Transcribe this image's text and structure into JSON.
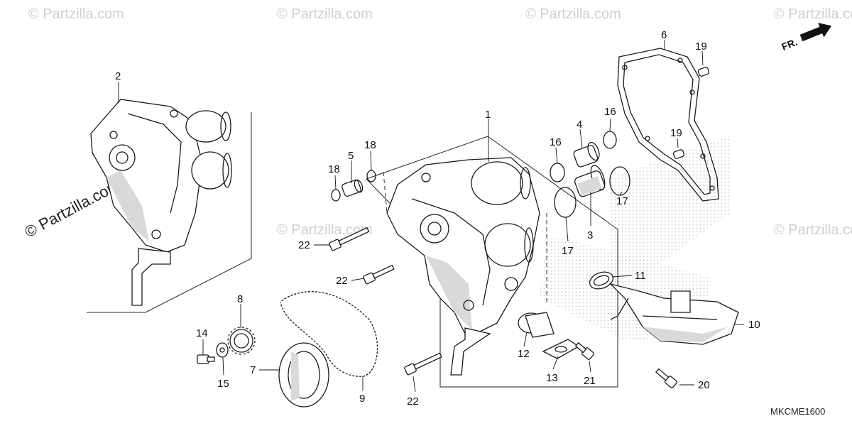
{
  "diagram": {
    "watermark": "© Partzilla.com",
    "diagram_code": "MKCME1600",
    "front_arrow_label": "FR.",
    "callouts": {
      "c1": "1",
      "c2": "2",
      "c3": "3",
      "c4": "4",
      "c5": "5",
      "c6": "6",
      "c7": "7",
      "c8": "8",
      "c9": "9",
      "c10": "10",
      "c11": "11",
      "c12": "12",
      "c13": "13",
      "c14": "14",
      "c15": "15",
      "c16a": "16",
      "c16b": "16",
      "c17a": "17",
      "c17b": "17",
      "c18a": "18",
      "c18b": "18",
      "c19a": "19",
      "c19b": "19",
      "c20": "20",
      "c21": "21",
      "c22a": "22",
      "c22b": "22",
      "c22c": "22"
    }
  }
}
